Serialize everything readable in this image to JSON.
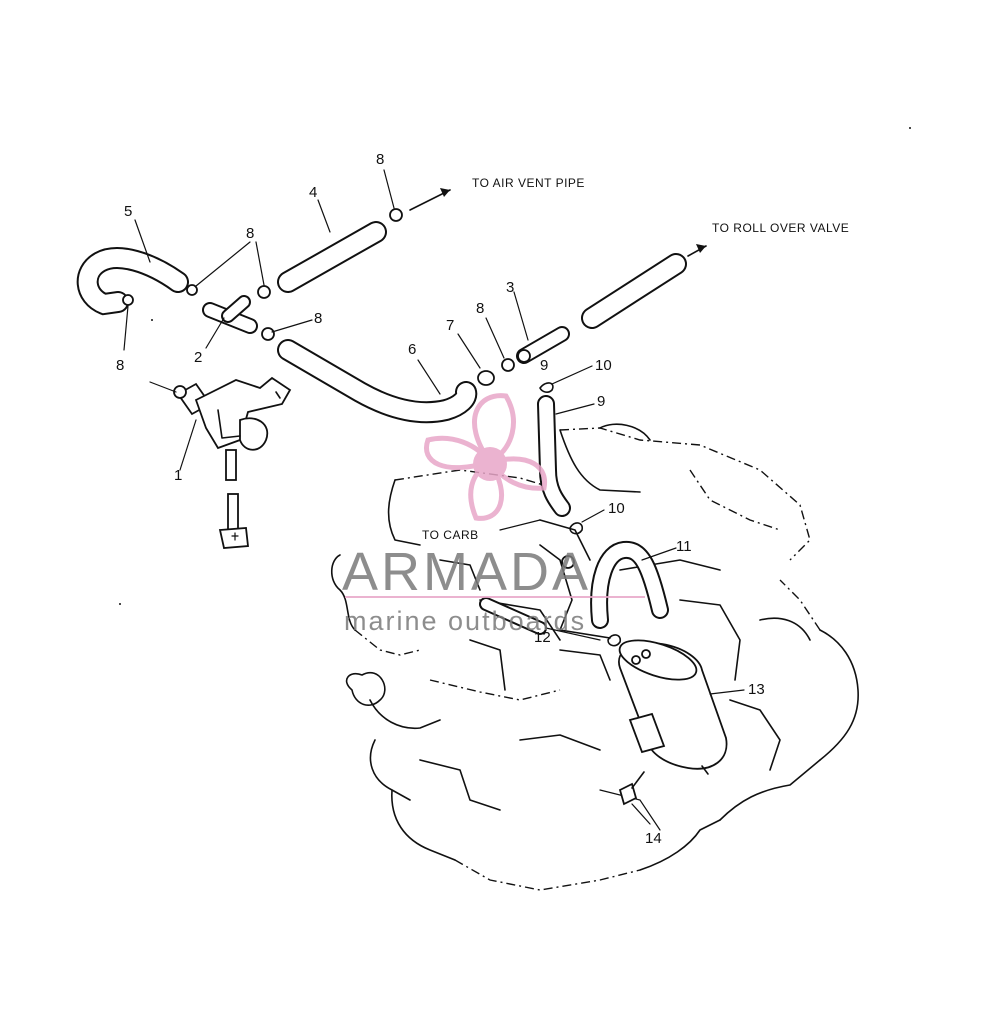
{
  "callouts": {
    "c1": "1",
    "c2": "2",
    "c3": "3",
    "c4": "4",
    "c5": "5",
    "c6": "6",
    "c7": "7",
    "c8a": "8",
    "c8b": "8",
    "c8c": "8",
    "c8d": "8",
    "c8e": "8",
    "c9a": "9",
    "c9b": "9",
    "c10a": "10",
    "c10b": "10",
    "c11": "11",
    "c12": "12",
    "c13": "13",
    "c14": "14"
  },
  "notes": {
    "air_vent": "TO AIR VENT PIPE",
    "roll_over": "TO ROLL OVER VALVE",
    "carb": "TO CARB"
  },
  "watermark": {
    "brand": "ARMADA",
    "tagline": "marine outboards",
    "color": "#e8a6c8",
    "text_color": "#7a7a7a"
  }
}
